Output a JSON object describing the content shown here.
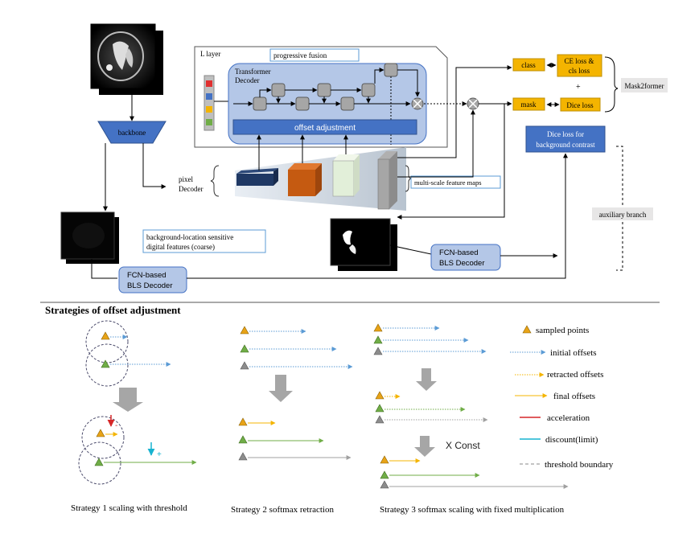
{
  "top": {
    "backbone_label": "backbone",
    "l_layer_label": "L layer",
    "progressive_fusion_label": "progressive fusion",
    "transformer_decoder_label": [
      "Transformer",
      "Decoder"
    ],
    "offset_adjustment_label": "offset adjustment",
    "pixel_decoder_label": [
      "pixel",
      "Decoder"
    ],
    "multi_scale_label": "multi-scale feature maps",
    "bls_features_label": [
      "background-location sensitive",
      "digital features (coarse)"
    ],
    "fcn_decoder_left_label": [
      "FCN-based",
      "BLS Decoder"
    ],
    "fcn_decoder_right_label": [
      "FCN-based",
      "BLS Decoder"
    ],
    "class_label": "class",
    "mask_label": "mask",
    "ce_loss_label": [
      "CE loss &",
      "cls loss"
    ],
    "dice_loss_label": "Dice loss",
    "plus_label": "+",
    "mask2former_label": "Mask2former",
    "dice_bg_label": [
      "Dice loss for",
      "background contrast"
    ],
    "auxiliary_label": "auxiliary branch"
  },
  "bottom": {
    "section_title": "Strategies of offset adjustment",
    "x_const_label": "X Const",
    "captions": {
      "s1": "Strategy 1 scaling with threshold",
      "s2": "Strategy 2 softmax retraction",
      "s3": "Strategy 3 softmax scaling with fixed multiplication"
    },
    "legend": [
      {
        "label": "sampled points",
        "kind": "triangle",
        "color": "#e8a317"
      },
      {
        "label": "initial offsets",
        "kind": "dotted",
        "color": "#5b9bd5"
      },
      {
        "label": "retracted offsets",
        "kind": "dotted",
        "color": "#f4b400"
      },
      {
        "label": "final offsets",
        "kind": "solid",
        "color": "#f4b400"
      },
      {
        "label": "acceleration",
        "kind": "solid",
        "color": "#d62728"
      },
      {
        "label": "discount(limit)",
        "kind": "solid",
        "color": "#17b3d0"
      },
      {
        "label": "threshold boundary",
        "kind": "dashed",
        "color": "#888888"
      }
    ],
    "sign_minus": "-",
    "sign_plus": "+"
  },
  "colors": {
    "box_blue": "#4472c4",
    "panel_blue": "#b4c7e7",
    "loss_orange": "#f4b400",
    "triangle_orange": "#e8a317",
    "triangle_green": "#70ad47",
    "triangle_gray": "#8c8c8c"
  }
}
